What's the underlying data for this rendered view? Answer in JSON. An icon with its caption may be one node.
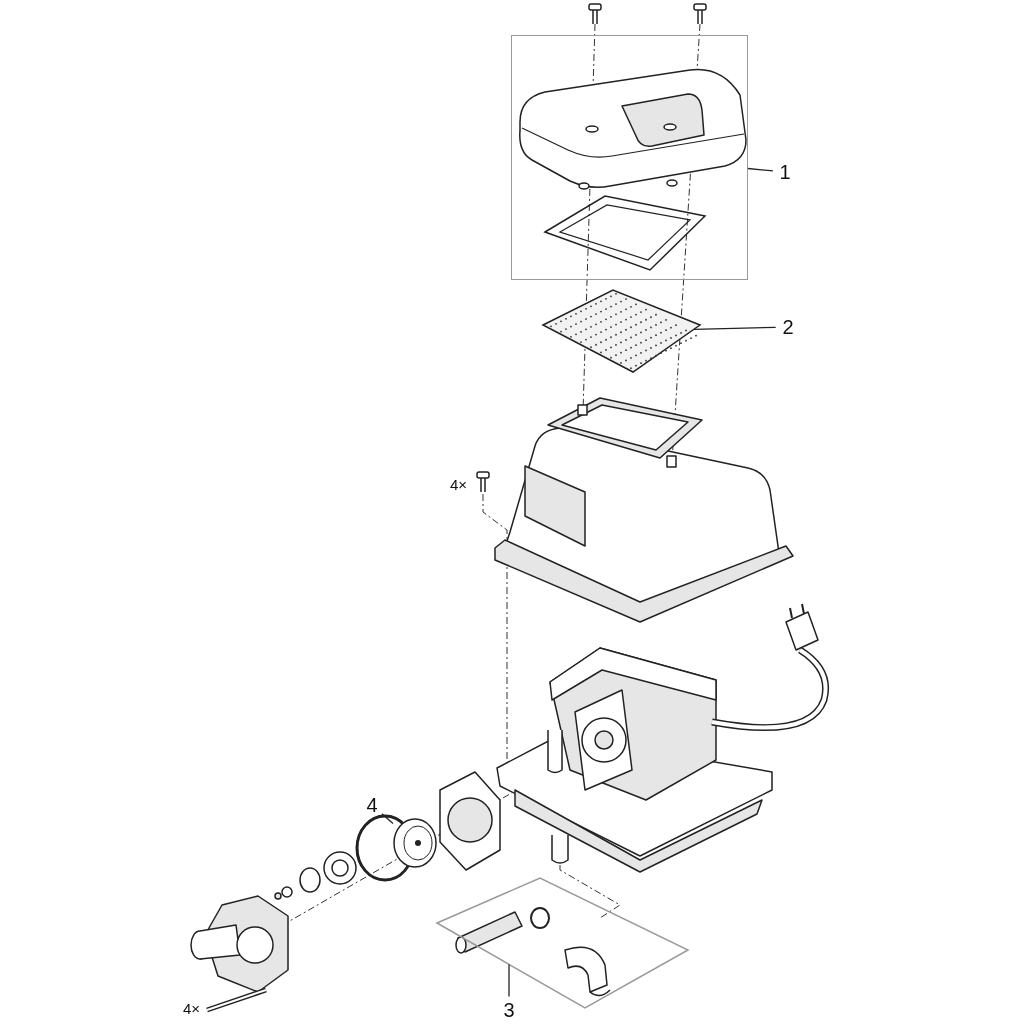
{
  "diagram": {
    "nodes": [
      {
        "text": [
          "1"
        ]
      },
      {
        "text": [],
        "shape": "box"
      },
      {
        "text": [
          "2"
        ]
      },
      {
        "text": [],
        "shape": "picture"
      },
      {
        "text": [
          "4"
        ]
      },
      {
        "text": [],
        "shape": "picture"
      },
      {
        "text": [
          "3"
        ]
      },
      {
        "text": [],
        "shape": "box"
      }
    ],
    "edges": [
      {
        "from": 0,
        "to": 1,
        "arrow": "none"
      },
      {
        "from": 2,
        "to": 3,
        "arrow": "none"
      },
      {
        "from": 4,
        "to": 5,
        "arrow": "none"
      },
      {
        "from": 6,
        "to": 7,
        "arrow": "none"
      }
    ],
    "labels": [
      "4×",
      "4×"
    ]
  }
}
